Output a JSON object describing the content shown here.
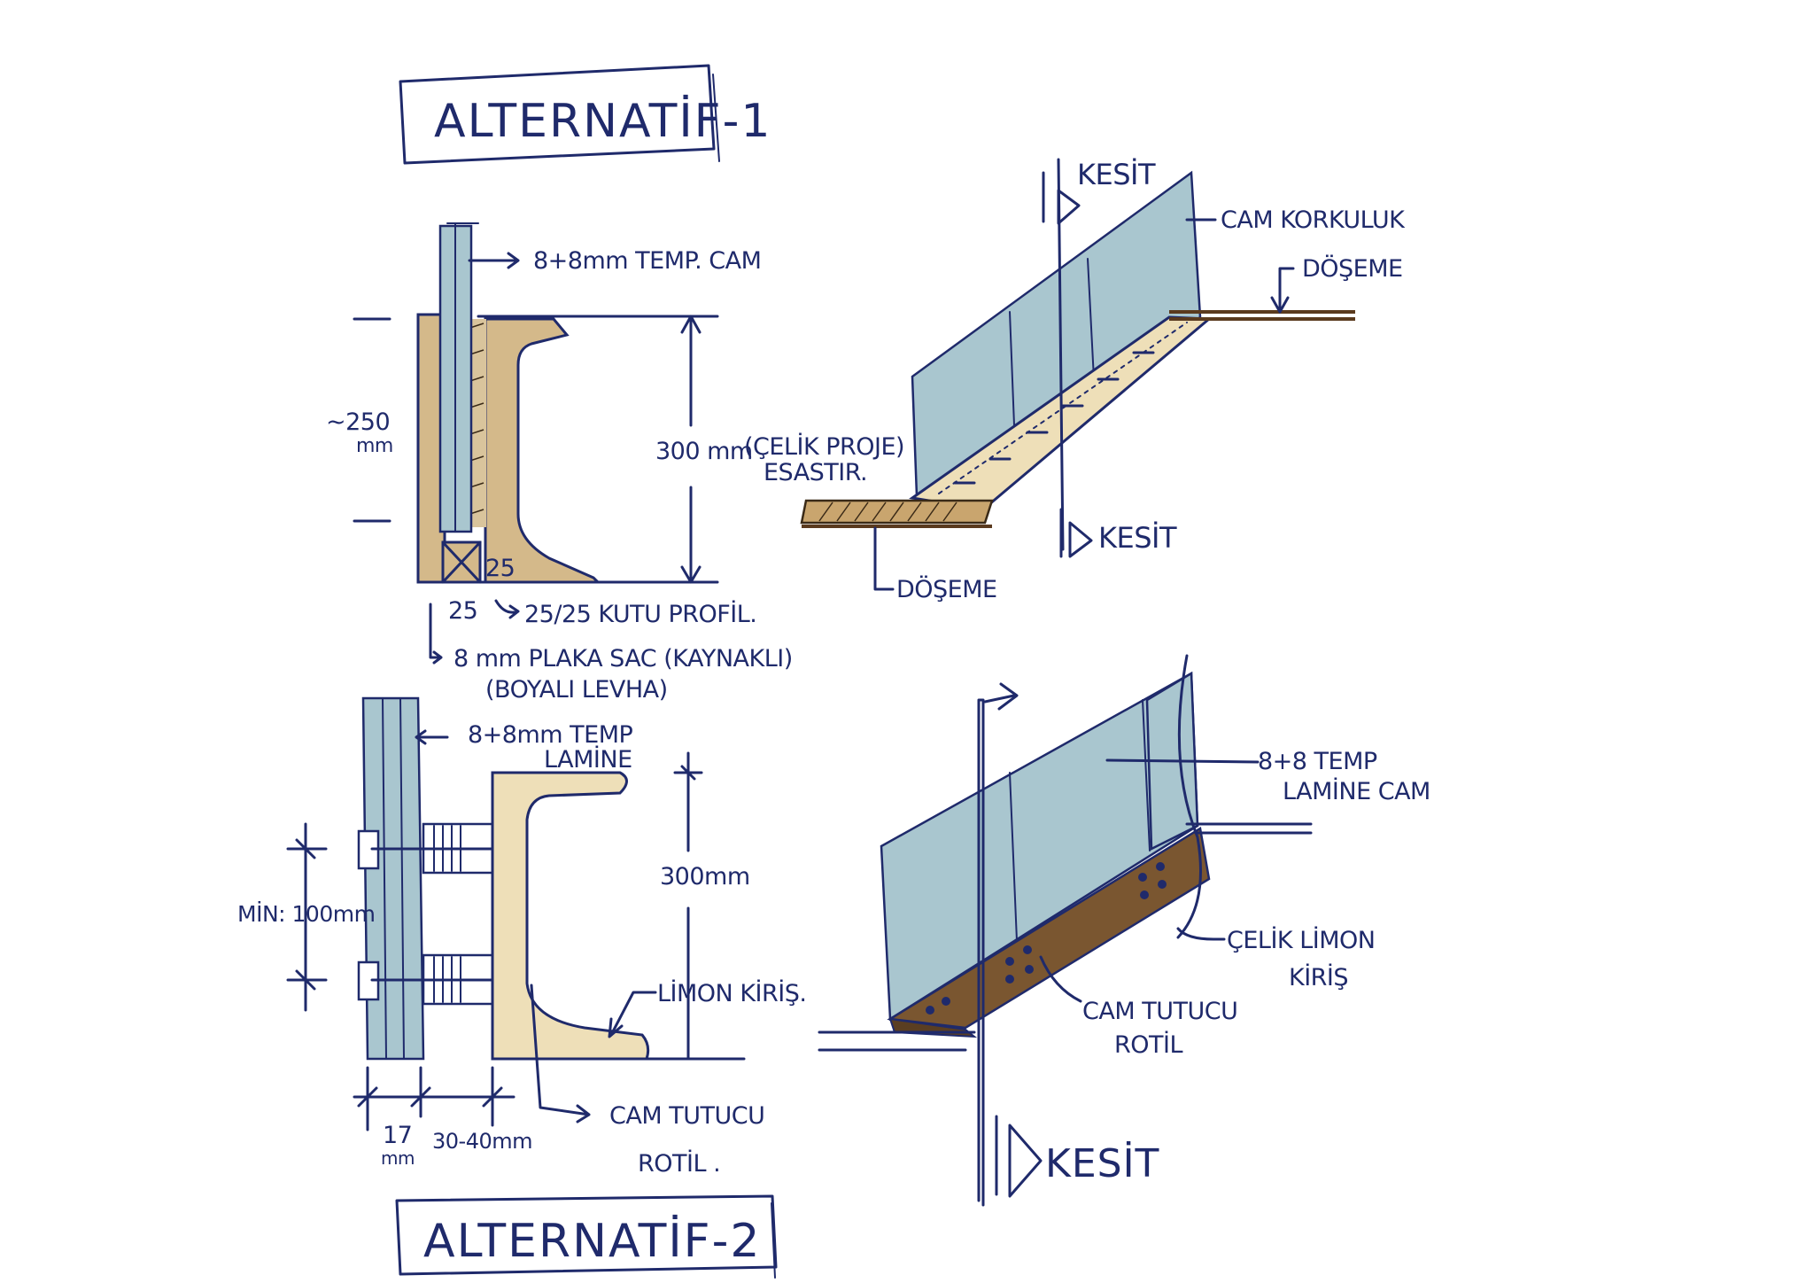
{
  "alt1": {
    "title": "ALTERNATİF-1",
    "section": {
      "glass_label": "8+8mm TEMP. CAM",
      "height_approx": "~250",
      "height_approx_unit": "mm",
      "height_dim": "300 mm",
      "height_note_1": "(ÇELİK PROJE)",
      "height_note_2": "ESASTIR.",
      "box_dim_right": "25",
      "box_dim_bottom": "25",
      "box_label": "25/25 KUTU PROFİL.",
      "plate_label_1": "8 mm PLAKA SAC (KAYNAKLI)",
      "plate_label_2": "(BOYALI LEVHA)"
    },
    "iso": {
      "kesit_top": "KESİT",
      "kesit_bottom": "KESİT",
      "railing_label": "CAM KORKULUK",
      "floor_label_right": "DÖŞEME",
      "floor_label_left": "DÖŞEME"
    }
  },
  "alt2": {
    "title": "ALTERNATİF-2",
    "section": {
      "glass_label_1": "8+8mm TEMP",
      "glass_label_2": "LAMİNE",
      "min_dim": "MİN: 100mm",
      "height_dim": "300mm",
      "beam_label": "LİMON KİRİŞ.",
      "dim_17": "17",
      "dim_17_unit": "mm",
      "dim_gap": "30-40mm",
      "holder_label_1": "CAM TUTUCU",
      "holder_label_2": "ROTİL ."
    },
    "iso": {
      "glass_label_1": "8+8 TEMP",
      "glass_label_2": "LAMİNE CAM",
      "beam_label_1": "ÇELİK LİMON",
      "beam_label_2": "KİRİŞ",
      "holder_label_1": "CAM TUTUCU",
      "holder_label_2": "ROTİL",
      "kesit": "KESİT"
    }
  },
  "colors": {
    "ink": "#1f2a6b",
    "glass": "#a9c6cf",
    "steel_tan": "#d4b98a",
    "steel_light": "#eedfb8",
    "steel_brown": "#7a5630"
  }
}
